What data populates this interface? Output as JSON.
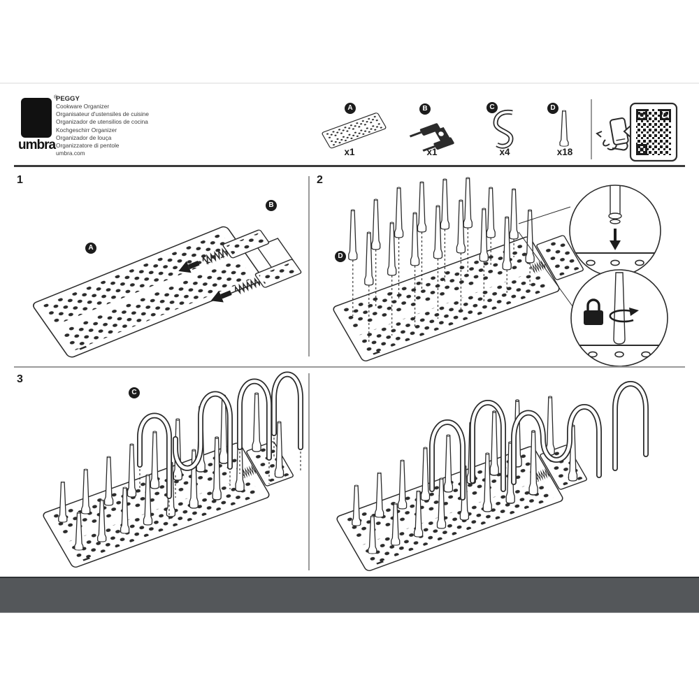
{
  "header": {
    "brand": "umbra",
    "registered_mark": "®",
    "product_name": "PEGGY",
    "product_lines": [
      "Cookware Organizer",
      "Organisateur d'ustensiles de cuisine",
      "Organizador de utensilios de cocina",
      "Kochgeschirr Organizer",
      "Organizador de louça",
      "Organizzatore di pentole"
    ],
    "website": "umbra.com"
  },
  "parts": [
    {
      "label": "A",
      "qty": "x1",
      "icon": "pegboard-icon"
    },
    {
      "label": "B",
      "qty": "x1",
      "icon": "connector-bracket-icon"
    },
    {
      "label": "C",
      "qty": "x4",
      "icon": "s-hook-icon"
    },
    {
      "label": "D",
      "qty": "x18",
      "icon": "peg-icon"
    }
  ],
  "steps": [
    {
      "number": "1",
      "parts_shown": [
        "A",
        "B"
      ]
    },
    {
      "number": "2",
      "parts_shown": [
        "D"
      ]
    },
    {
      "number": "3",
      "parts_shown": [
        "C"
      ]
    }
  ],
  "details": [
    {
      "icon": "insert-peg-down-arrow-icon"
    },
    {
      "icon": "twist-lock-icon"
    }
  ],
  "qr": {
    "icon": "qr-code",
    "companion_icon": "hand-scanning-phone-icon"
  },
  "colors": {
    "line": "#2b2b2b",
    "band": "#54575a",
    "badge": "#1c1c1c"
  }
}
